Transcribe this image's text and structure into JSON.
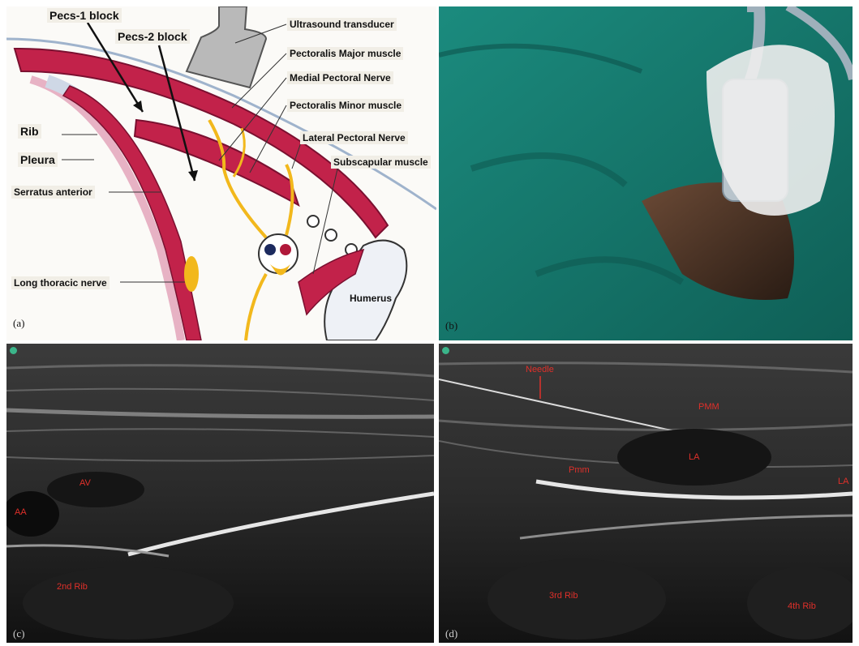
{
  "panel_a": {
    "label": "(a)",
    "labels": {
      "pecs1": "Pecs-1 block",
      "pecs2": "Pecs-2 block",
      "transducer": "Ultrasound transducer",
      "pec_major": "Pectoralis Major muscle",
      "medial_nerve": "Medial Pectoral Nerve",
      "pec_minor": "Pectoralis Minor muscle",
      "lateral_nerve": "Lateral Pectoral Nerve",
      "subscapular": "Subscapular muscle",
      "rib": "Rib",
      "pleura": "Pleura",
      "serratus": "Serratus anterior",
      "long_thoracic": "Long thoracic nerve",
      "humerus": "Humerus"
    },
    "colors": {
      "muscle": "#c2224a",
      "nerve": "#f2b81c",
      "bone": "#cfd8e6",
      "skin": "#e7b2c4"
    }
  },
  "panel_b": {
    "label": "(b)"
  },
  "panel_c": {
    "label": "(c)",
    "labels": {
      "av": "AV",
      "aa": "AA",
      "rib2": "2nd Rib"
    }
  },
  "panel_d": {
    "label": "(d)",
    "labels": {
      "needle": "Needle",
      "pmm_major": "PMM",
      "la_center": "LA",
      "pmm_minor": "Pmm",
      "la_right": "LA",
      "rib3": "3rd Rib",
      "rib4": "4th Rib"
    }
  },
  "colors": {
    "annotation_red": "#e0302a",
    "drape": "#147a6e",
    "marker": "#3bb58a"
  }
}
